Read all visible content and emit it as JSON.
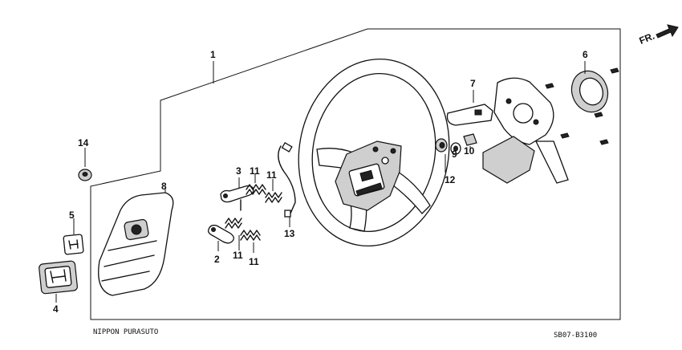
{
  "callouts": {
    "c1": "1",
    "c2": "2",
    "c3": "3",
    "c4": "4",
    "c5": "5",
    "c6": "6",
    "c7": "7",
    "c8": "8",
    "c9": "9",
    "c10": "10",
    "c11a": "11",
    "c11b": "11",
    "c11c": "11",
    "c11d": "11",
    "c12": "12",
    "c13": "13",
    "c14": "14"
  },
  "direction_label": "FR.",
  "footer": {
    "left": "NIPPON PURASUTO",
    "right": "SB07-B3100"
  }
}
